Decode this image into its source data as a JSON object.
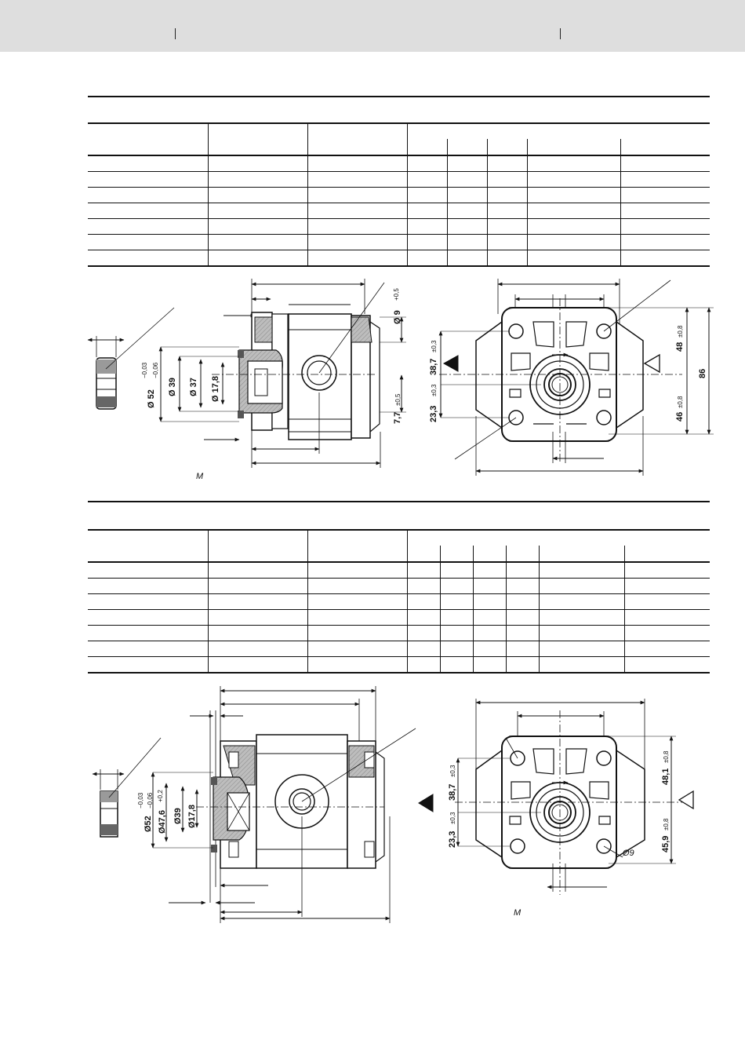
{
  "colors": {
    "header_band": "#dedede",
    "lines": "#111111",
    "hatch": "#9a9a9a",
    "hatch_dark": "#555555"
  },
  "section1": {
    "side_view": {
      "dim_bolt_hole": "Ø 9",
      "dim_bolt_hole_tol": "+0,5",
      "dim_flange_dia": "Ø 52",
      "dim_flange_tol_upper": "−0,03",
      "dim_flange_tol_lower": "−0,06",
      "dim_pilot": "Ø 39",
      "dim_seal": "Ø 37",
      "dim_shaft": "Ø 17,8",
      "dim_offset": "7,7",
      "dim_offset_tol": "±0,5",
      "label_m": "M"
    },
    "front_view": {
      "dim_left_lower": "23,3",
      "dim_left_lower_tol": "±0,3",
      "dim_left_upper": "38,7",
      "dim_left_upper_tol": "±0,3",
      "dim_right_upper": "48",
      "dim_right_upper_tol": "±0,8",
      "dim_right_lower": "46",
      "dim_right_lower_tol": "±0,8",
      "dim_total": "86"
    }
  },
  "section2": {
    "side_view": {
      "dim_flange_dia": "Ø52",
      "dim_flange_tol_upper": "−0,03",
      "dim_flange_tol_lower": "−0,06",
      "dim_pilot": "Ø47,6",
      "dim_pilot_tol": "+0,2",
      "dim_seal": "Ø39",
      "dim_shaft": "Ø17,8"
    },
    "front_view": {
      "dim_left_lower": "23,3",
      "dim_left_lower_tol": "±0,3",
      "dim_left_upper": "38,7",
      "dim_left_upper_tol": "±0,3",
      "dim_right_upper": "48,1",
      "dim_right_upper_tol": "±0,8",
      "dim_right_lower": "45,9",
      "dim_right_lower_tol": "±0,8",
      "dim_hole": "Ø9",
      "label_m": "M"
    }
  }
}
